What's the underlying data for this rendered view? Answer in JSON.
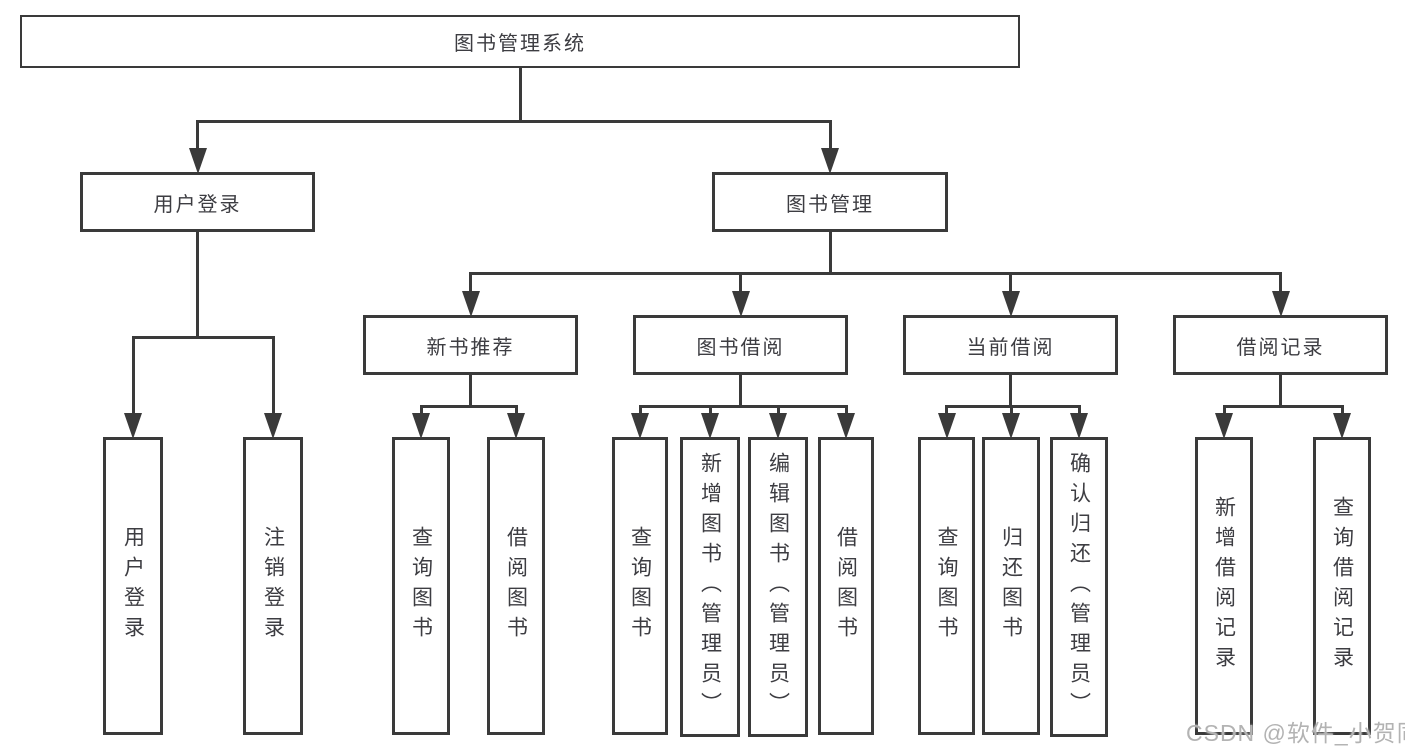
{
  "diagram": {
    "title": "图书管理系统",
    "nodes": {
      "root": "图书管理系统",
      "user_login": "用户登录",
      "book_management": "图书管理",
      "new_book_recommend": "新书推荐",
      "book_borrow": "图书借阅",
      "current_borrow": "当前借阅",
      "borrow_records": "借阅记录",
      "leaf_user_login": "用户登录",
      "leaf_logout": "注销登录",
      "leaf_nb_query_books": "查询图书",
      "leaf_nb_borrow_books": "借阅图书",
      "leaf_bb_query_books": "查询图书",
      "leaf_bb_add_books": "新增图书（管理员）",
      "leaf_bb_edit_books": "编辑图书（管理员）",
      "leaf_bb_borrow_books": "借阅图书",
      "leaf_cb_query_books": "查询图书",
      "leaf_cb_return_books": "归还图书",
      "leaf_cb_confirm_return": "确认归还（管理员）",
      "leaf_br_add_record": "新增借阅记录",
      "leaf_br_query_record": "查询借阅记录"
    },
    "watermark": "CSDN @软件_小贺同学",
    "colors": {
      "line": "#3a3a3a",
      "text": "#3d3d42",
      "watermark": "#b3b3b3",
      "background": "#ffffff"
    }
  }
}
